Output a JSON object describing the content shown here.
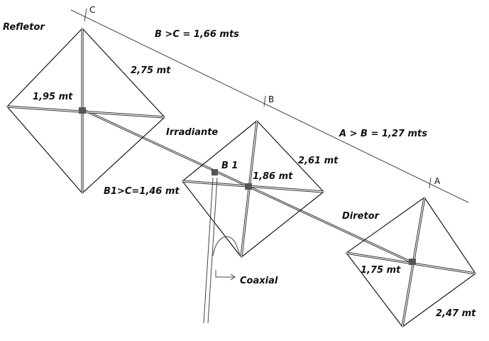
{
  "labels": {
    "refletor": "Refletor",
    "irradiante": "Irradiante",
    "diretor": "Diretor",
    "coaxial": "Coaxial",
    "c": "C",
    "b": "B",
    "a": "A",
    "b1": "B 1",
    "bc_spacing": "B >C = 1,66 mts",
    "ab_spacing": "A > B = 1,27 mts",
    "b1c_spacing": "B1>C=1,46 mt",
    "ref_side": "2,75 mt",
    "ref_spreader": "1,95 mt",
    "irr_side": "2,61 mt",
    "irr_spreader": "1,86 mt",
    "dir_spreader": "1,75 mt",
    "dir_side": "2,47 mt"
  }
}
